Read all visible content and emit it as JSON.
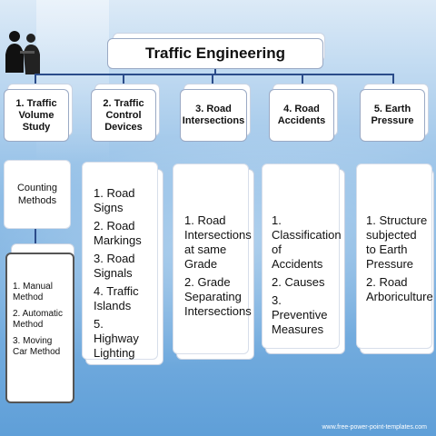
{
  "title": "Traffic Engineering",
  "categories": [
    {
      "label": "1. Traffic Volume Study"
    },
    {
      "label": "2. Traffic Control Devices"
    },
    {
      "label": "3. Road Intersections"
    },
    {
      "label": "4. Road Accidents"
    },
    {
      "label": "5. Earth Pressure"
    }
  ],
  "col1": {
    "sub_label": "Counting Methods",
    "items": [
      "1. Manual Method",
      "2. Automatic Method",
      "3.  Moving Car Method"
    ]
  },
  "col2": {
    "items": [
      "1. Road Signs",
      "2. Road Markings",
      "3. Road Signals",
      "4. Traffic Islands",
      "5. Highway Lighting"
    ]
  },
  "col3": {
    "items": [
      "1. Road Intersections at same Grade",
      "2. Grade Separating Intersections"
    ]
  },
  "col4": {
    "items": [
      "1. Classification of Accidents",
      "2. Causes",
      "3. Preventive Measures"
    ]
  },
  "col5": {
    "items": [
      "1. Structure subjected to Earth Pressure",
      "2. Road Arboriculture"
    ]
  },
  "footer": "www.free-power-point-templates.com",
  "colors": {
    "connector": "#2b4c8a",
    "box_border": "#9aa9c4"
  }
}
